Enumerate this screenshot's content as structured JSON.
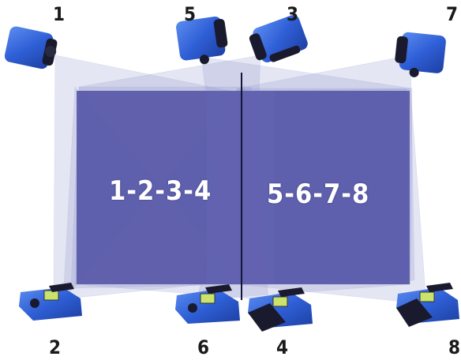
{
  "labels": {
    "projector_1": "1",
    "projector_2": "2",
    "projector_3": "3",
    "projector_4": "4",
    "projector_5": "5",
    "projector_6": "6",
    "projector_7": "7",
    "projector_8": "8"
  },
  "zones": {
    "left": "1-2-3-4",
    "right": "5-6-7-8"
  },
  "colors": {
    "screen": "#5858a8",
    "beam": "#8a8fc8",
    "projector_body": "#2f5fd6",
    "projector_dark": "#1a1a2e",
    "divider": "#14143a"
  },
  "icons": {
    "top_projectors": "projector-icon",
    "bottom_projectors": "camera-projector-icon"
  }
}
